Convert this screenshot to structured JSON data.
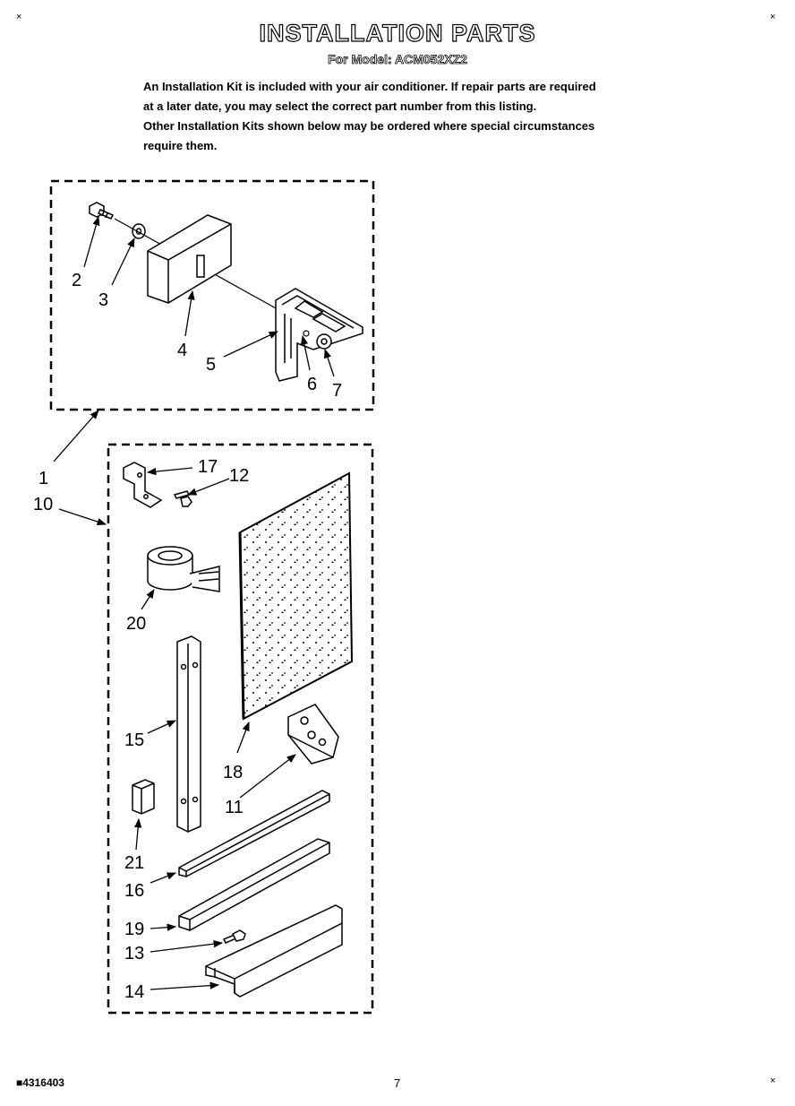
{
  "header": {
    "title": "INSTALLATION PARTS",
    "subtitle": "For Model: ACM052XZ2"
  },
  "intro": {
    "line1": "An Installation Kit is included with your air conditioner. If repair parts are required",
    "line2": "at a later date, you may select the correct part number from this listing.",
    "line3": "Other Installation Kits shown below may be ordered where special circumstances",
    "line4": "require them."
  },
  "callouts": {
    "c1": "1",
    "c2": "2",
    "c3": "3",
    "c4": "4",
    "c5": "5",
    "c6": "6",
    "c7": "7",
    "c10": "10",
    "c11": "11",
    "c12": "12",
    "c13": "13",
    "c14": "14",
    "c15": "15",
    "c16": "16",
    "c17": "17",
    "c18": "18",
    "c19": "19",
    "c20": "20",
    "c21": "21"
  },
  "footer": {
    "doc_number": "4316403",
    "page_number": "7"
  },
  "registration_mark": "×"
}
